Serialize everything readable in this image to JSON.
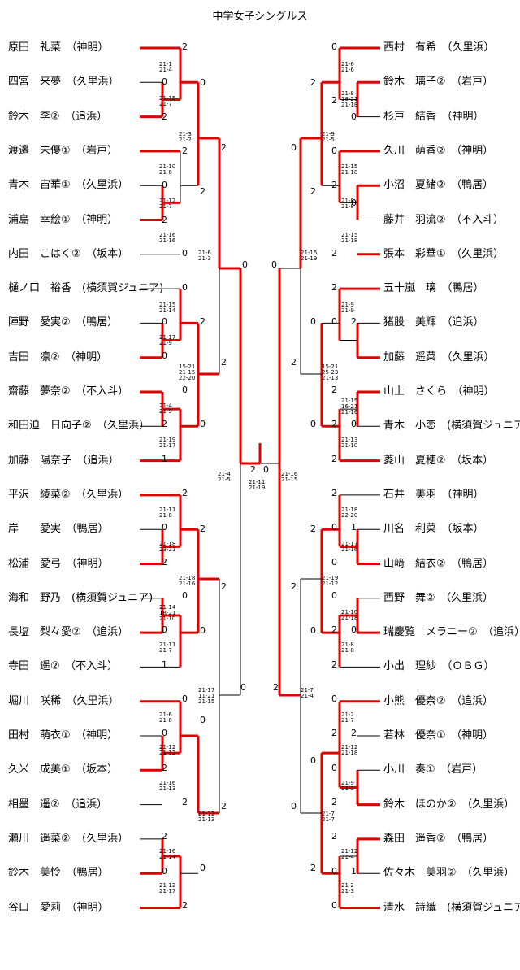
{
  "title": "中学女子シングルス",
  "left_players": [
    "原田　礼菜　（神明）",
    "四宮　来夢　（久里浜）",
    "鈴木　李②　（追浜）",
    "渡邉　未優①　（岩戸）",
    "青木　宙華①　（久里浜）",
    "浦島　幸絵①　（神明）",
    "内田　こはく②　（坂本）",
    "樋ノ口　裕香　(横須賀ジュニア)",
    "陣野　愛実②　（鴨居）",
    "吉田　凛②　（神明）",
    "齋藤　夢奈②　（不入斗）",
    "和田迫　日向子②　（久里浜）",
    "加藤　陽奈子　（追浜）",
    "平沢　綾菜②　（久里浜）",
    "岸　　愛実　（鴨居）",
    "松浦　愛弓　（神明）",
    "海和　野乃　(横須賀ジュニア)",
    "長塩　梨々愛②　（追浜）",
    "寺田　遥②　（不入斗）",
    "堀川　咲稀　（久里浜）",
    "田村　萌衣①　（神明）",
    "久米　成美①　（坂本）",
    "相墨　遥②　（追浜）",
    "瀬川　遥菜②　（久里浜）",
    "鈴木　美怜　（鴨居）",
    "谷口　愛莉　（神明）"
  ],
  "right_players": [
    "西村　有希　（久里浜）",
    "鈴木　璃子②　（岩戸）",
    "杉戸　結香　（神明）",
    "久川　萌香②　（神明）",
    "小沼　夏緒②　（鴨居）",
    "藤井　羽流②　（不入斗）",
    "張本　彩華①　（久里浜）",
    "五十嵐　璃　（鴨居）",
    "猪股　美輝　（追浜）",
    "加藤　遥菜　（久里浜）",
    "山上　さくら　（神明）",
    "青木　小恋　(横須賀ジュニア)",
    "菱山　夏穂②　（坂本）",
    "石井　美羽　（神明）",
    "川名　利菜　（坂本）",
    "山﨑　結衣②　（鴨居）",
    "西野　舞②　（久里浜）",
    "瑞慶覧　メラニー②　（追浜）",
    "小出　理紗　（ＯＢＧ）",
    "小熊　優奈②　（追浜）",
    "若林　優奈①　（神明）",
    "小川　奏①　（岩戸）",
    "鈴木　ほのか②　（久里浜）",
    "森田　遥香②　（鴨居）",
    "佐々木　美羽②　（久里浜）",
    "清水　詩織　(横須賀ジュニア)"
  ],
  "set_scores": [
    "21-1\n21-4",
    "21-15\n21-7",
    "21-3\n21-2",
    "21-10\n21-8",
    "21-12\n21-7",
    "21-16\n21-16",
    "21-6\n21-3",
    "21-15\n21-14",
    "21-17\n21-9",
    "15-21\n21-15\n22-20",
    "21-4\n21-9",
    "21-19\n21-17",
    "21-4\n21-5",
    "21-11\n21-19",
    "21-11\n21-8",
    "21-18\n23-21",
    "21-18\n21-16",
    "21-14\n18-21\n21-10",
    "21-11\n21-7",
    "21-17\n11-21\n21-15",
    "21-6\n21-8",
    "21-12\n21-12",
    "21-16\n21-13",
    "21-12\n21-13",
    "21-16\n21-14",
    "21-12\n21-17",
    "21-6\n21-6",
    "21-8\n18-21\n21-18",
    "21-9\n21-5",
    "21-15\n21-18",
    "21-8\n21-8",
    "21-15\n21-18",
    "21-15\n21-19",
    "21-9\n21-9",
    "15-21\n25-23\n21-13",
    "21-15\n16-21\n21-16",
    "21-13\n21-10",
    "21-16\n21-15",
    "21-18\n22-20",
    "21-17\n21-16",
    "21-19\n21-12",
    "21-10\n21-18",
    "21-8\n21-8",
    "21-7\n21-4",
    "21-2\n21-7",
    "21-12\n21-18",
    "21-9\n21-3",
    "21-7\n21-7",
    "21-12\n21-4",
    "21-2\n21-3"
  ],
  "match_scores": [
    "2",
    "0",
    "2",
    "0",
    "2",
    "0",
    "2",
    "2",
    "0",
    "2",
    "0",
    "0",
    "0",
    "2",
    "0",
    "2",
    "1",
    "0",
    "2",
    "0",
    "2",
    "0",
    "2",
    "2",
    "0",
    "0",
    "1",
    "0",
    "2",
    "0",
    "0",
    "2",
    "0",
    "2",
    "2",
    "0",
    "2",
    "0",
    "2",
    "0",
    "2",
    "0",
    "2",
    "0",
    "2",
    "0",
    "2",
    "0",
    "2",
    "0",
    "2",
    "2",
    "0",
    "2",
    "0",
    "2",
    "0",
    "2",
    "2",
    "0",
    "2",
    "0",
    "2",
    "0",
    "2",
    "0",
    "1",
    "0",
    "2",
    "0",
    "2",
    "0",
    "2",
    "0",
    "2",
    "0",
    "2",
    "2",
    "0",
    "2",
    "0",
    "2",
    "0",
    "1",
    "0",
    "2",
    "0",
    "2",
    "0",
    "2",
    "0",
    "2",
    "0",
    "2",
    "2",
    "0",
    "2",
    "0",
    "2",
    "×",
    "1",
    "0",
    "2",
    "1",
    "2",
    "0",
    "2",
    "0",
    "2",
    "0",
    "2",
    "2",
    "0",
    "2"
  ],
  "colors": {
    "win": "#e00000",
    "line": "#000000"
  }
}
